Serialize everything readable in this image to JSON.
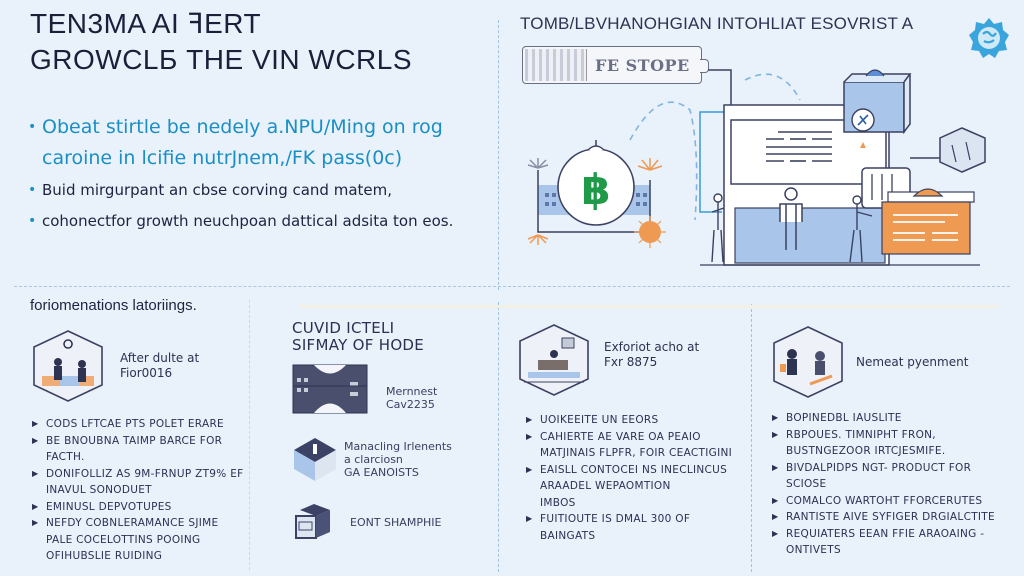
{
  "headline": {
    "line1": "TEN3MA AI ꟻERT",
    "line2": "GROWCLБ THE VIN WCRLS"
  },
  "top_bullets": [
    {
      "style": "accent",
      "lines": [
        "Obeat stirtle be nedely a.NPU/Ming on rog",
        "caroine in lcifie nutrJnem,/FK pass(0c)"
      ]
    },
    {
      "style": "plain",
      "lines": [
        "Buid mirgurpant an cbse corving cand matem,"
      ]
    },
    {
      "style": "plain",
      "lines": [
        "cohonectfor growth neuchpoan dattical adsita ton eos."
      ]
    }
  ],
  "illustration": {
    "title": "TOMB/LBVHANOHGIAN INTOHLIAT ESOVRIST A",
    "store_tag_label": "FE STOPE",
    "currency_symbol": "฿",
    "colors": {
      "blue_fill": "#a9c6ea",
      "orange": "#ef9a52",
      "green": "#1e9a48",
      "line": "#3b4160",
      "badge": "#3aa5dc"
    }
  },
  "columns": [
    {
      "heading": "foriomenations latoriings.",
      "icon": "office-scene-hex-icon",
      "caption": [
        "After dulte at",
        "Fior0016"
      ],
      "items": [
        [
          "CODS LFTCAE PTS POLET ERARE"
        ],
        [
          "BE BNOUBNA TAIMP BARCE FOR",
          "FACTH."
        ],
        [
          "DONIFOLLIZ AS 9M-FRNUP ZT9% EF",
          "INAVUL SONODUET"
        ],
        [
          "EMINUSL DEPVOTUPES"
        ],
        [
          "NEFDY COBNLERAMANCE SJIME",
          "PALE COCELOTTINS POOING",
          "OFIHUBSLIE RUIDING"
        ]
      ]
    },
    {
      "heading": [
        "CUVID ICTELI",
        "SIFMAY OF HODE"
      ],
      "rows": [
        {
          "icon": "server-panel-icon",
          "lines": [
            "Mernnest",
            "Cav2235"
          ]
        },
        {
          "icon": "cube-box-icon",
          "lines": [
            "Manacling Irlenents",
            "a clarciosn",
            "GA EANOISTS"
          ]
        },
        {
          "icon": "storage-block-icon",
          "lines": [
            "EONT SHAMPHIE"
          ]
        }
      ]
    },
    {
      "heading": "",
      "icon": "workstation-hex-icon",
      "caption": [
        "Exforiot acho at",
        "Fxr 8875"
      ],
      "items": [
        [
          "UOIKEEITE UN EEORS"
        ],
        [
          "CAHIERTE AE VARE OA PEAIO",
          "MATJINAIS FLPFR, FOIR CEACTIGINI"
        ],
        [
          "EAISLL CONTOCEI NS INECLINCUS",
          "ARAADEL WEPAOMTION",
          "IMBOS"
        ],
        [
          "FUITIOUTE IS DMAL 300 OF",
          "BAINGATS"
        ]
      ]
    },
    {
      "heading": "",
      "icon": "meeting-hex-icon",
      "caption": [
        "Nemeat pyenment"
      ],
      "items": [
        [
          "BOPINEDBL IAUSLITE"
        ],
        [
          "RBPOUES. TIMNIPHT FRON,",
          "BUSTNGEZOOR IRTCJESMIFE."
        ],
        [
          "BIVDALPIDPS NGT- PRODUCT FOR",
          "SCIOSE"
        ],
        [
          "COMALCO WARTOHT FFORCERUTES"
        ],
        [
          "RANTISTE AIVE SYFIGER DRGIALCTITE"
        ],
        [
          "REQUIATERS EEAN FFIE ARAOAING -",
          "ONTIVETS"
        ]
      ]
    }
  ]
}
